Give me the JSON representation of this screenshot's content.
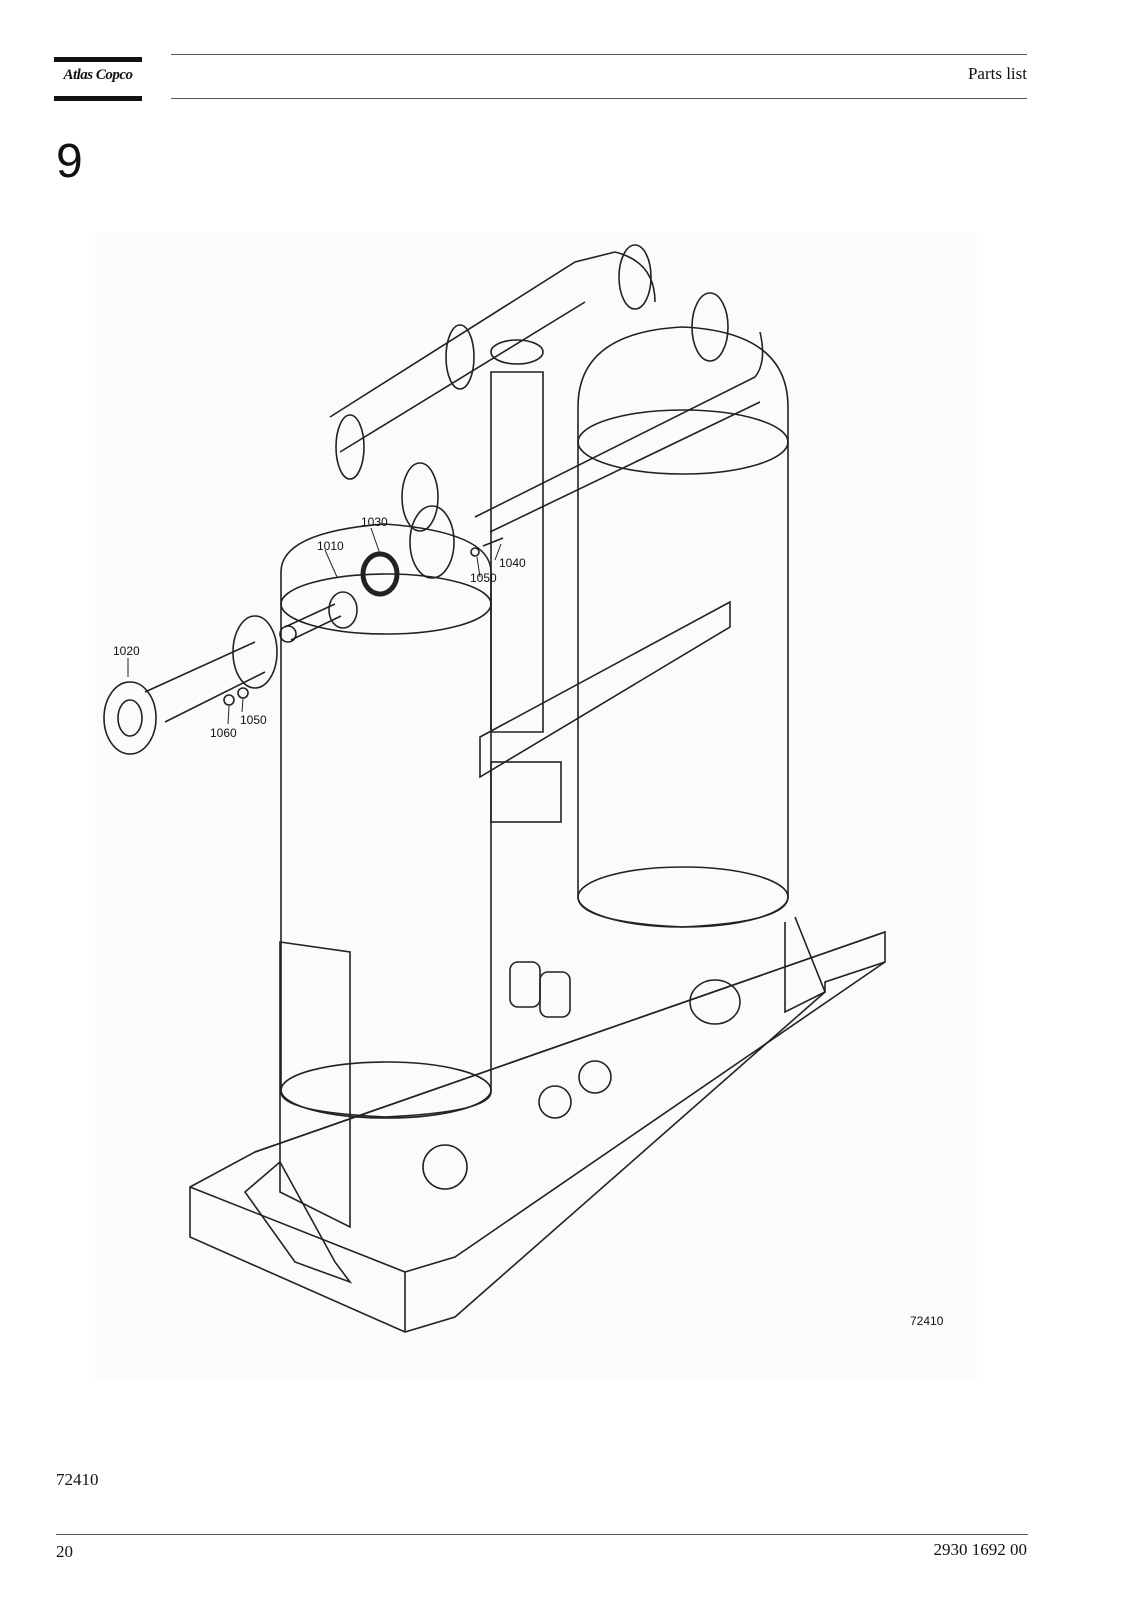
{
  "header": {
    "brand": "Atlas Copco",
    "section_title": "Parts list"
  },
  "chapter_number": "9",
  "figure": {
    "drawing_number": "72410",
    "callouts": {
      "c1010": "1010",
      "c1020": "1020",
      "c1030": "1030",
      "c1040": "1040",
      "c1050a": "1050",
      "c1050b": "1050",
      "c1060": "1060"
    }
  },
  "caption": "72410",
  "footer": {
    "page_number": "20",
    "document_number": "2930 1692 00"
  }
}
